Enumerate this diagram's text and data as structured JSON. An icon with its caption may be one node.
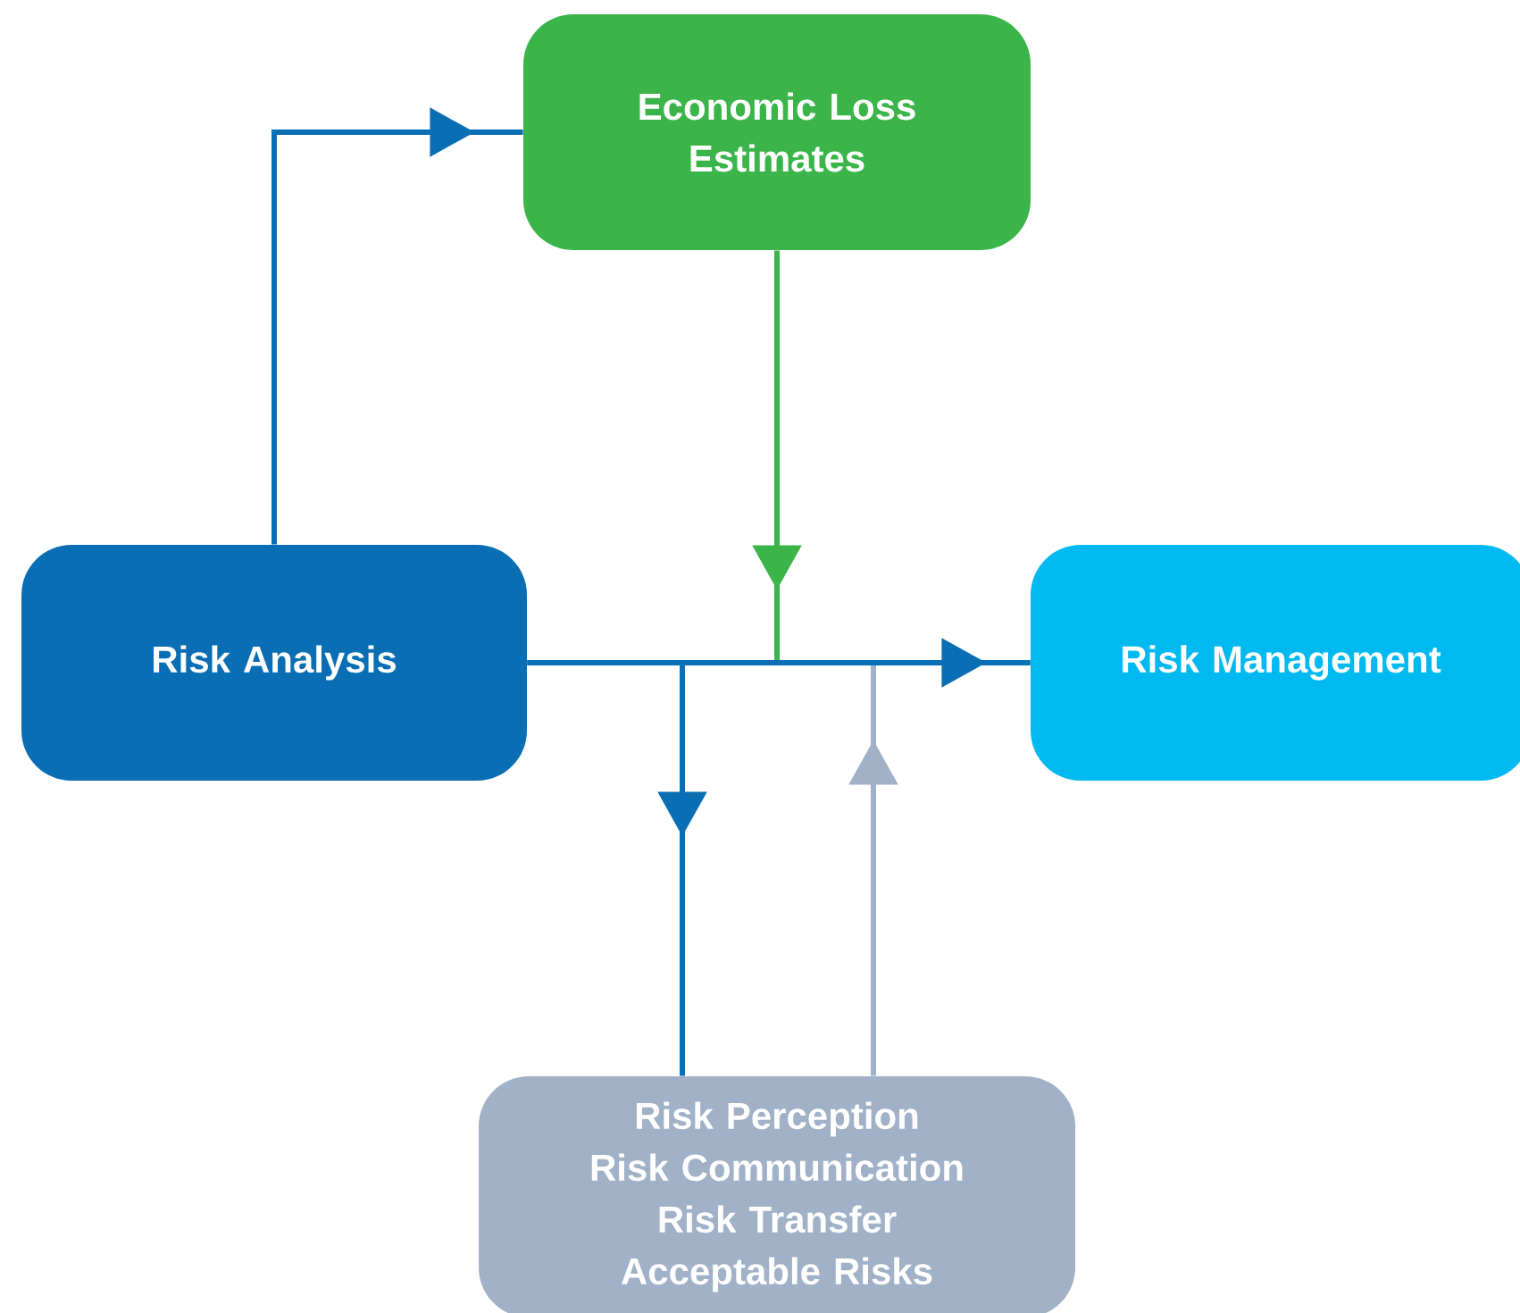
{
  "diagram": {
    "nodes": [
      {
        "text": [
          "Economic Loss Estimates"
        ]
      },
      {
        "text": [
          "Risk Analysis"
        ]
      },
      {
        "text": [
          "Risk Management"
        ]
      },
      {
        "text": [
          "Risk Perception",
          "Risk Communication",
          "Risk Transfer",
          "Acceptable Risks"
        ]
      }
    ],
    "edges": [
      {
        "from": 1,
        "to": 0,
        "arrow": "to"
      },
      {
        "from": 1,
        "to": 2,
        "arrow": "to"
      },
      {
        "from": 0,
        "to": 2,
        "arrow": "to",
        "color": "#3bb54a"
      },
      {
        "from": 1,
        "to": 3,
        "arrow": "to"
      },
      {
        "from": 3,
        "to": 2,
        "arrow": "to",
        "color": "#a0b1c8"
      }
    ]
  }
}
